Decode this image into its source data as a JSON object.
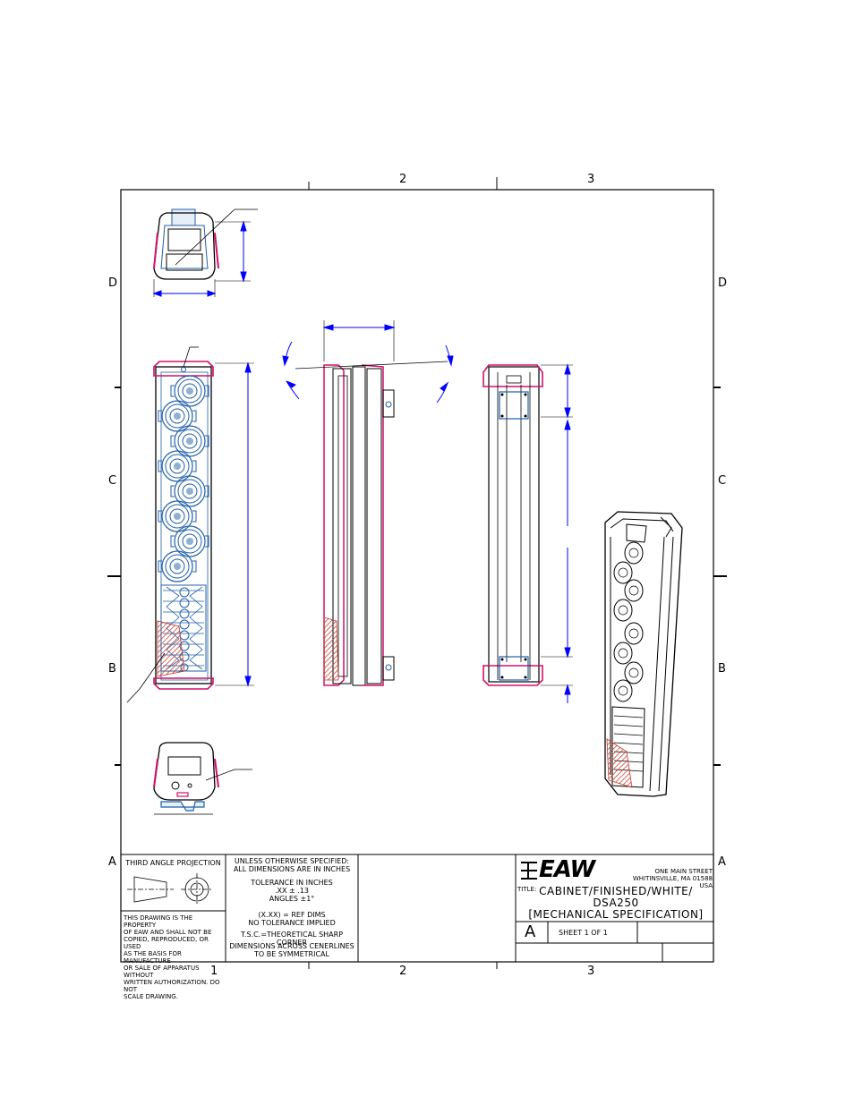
{
  "zones": {
    "columns_top": [
      "2",
      "3"
    ],
    "columns_bottom": [
      "1",
      "2",
      "3"
    ],
    "rows_left": [
      "D",
      "C",
      "B",
      "A"
    ],
    "rows_right": [
      "D",
      "C",
      "B",
      "A"
    ]
  },
  "title_block": {
    "projection_label": "THIRD ANGLE PROJECTION",
    "property_notice": [
      "THIS DRAWING IS THE PROPERTY",
      "OF EAW AND SHALL NOT BE",
      "COPIED, REPRODUCED, OR USED",
      "AS THE BASIS FOR MANUFACTURE",
      "OR SALE OF APPARATUS WITHOUT",
      "WRITTEN AUTHORIZATION. DO NOT",
      "SCALE DRAWING."
    ],
    "notes_header": [
      "UNLESS OTHERWISE SPECIFIED:",
      "ALL DIMENSIONS ARE IN INCHES"
    ],
    "tolerance": [
      "TOLERANCE IN INCHES",
      ".XX ± .13",
      "ANGLES ±1°"
    ],
    "ref_dims": [
      "(X.XX) = REF DIMS",
      "NO TOLERANCE IMPLIED"
    ],
    "tsc": "T.S.C.=THEORETICAL SHARP CORNER",
    "symmetry": [
      "DIMENSIONS ACROSS CENERLINES",
      "TO BE SYMMETRICAL"
    ],
    "company_logo": "EAW",
    "address": [
      "ONE MAIN STREET",
      "WHITINSVILLE, MA 01588 USA"
    ],
    "title_label": "TITLE:",
    "title_lines": [
      "CABINET/FINISHED/WHITE/",
      "DSA250",
      "[MECHANICAL SPECIFICATION]"
    ],
    "size": "A",
    "sheet": "SHEET 1 OF 1"
  },
  "colors": {
    "drawing_blue": "#1f5fa8",
    "dimension_blue": "#0000ff",
    "accent_magenta": "#d0106a",
    "hatch_brown": "#c0392b"
  }
}
